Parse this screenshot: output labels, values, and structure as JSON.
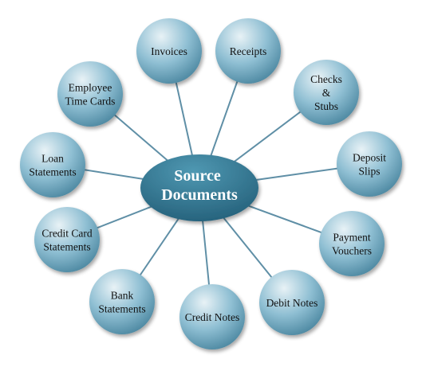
{
  "diagram": {
    "center": {
      "lines": [
        "Source",
        "Documents"
      ]
    },
    "nodes": [
      {
        "id": "invoices",
        "lines": [
          "Invoices"
        ]
      },
      {
        "id": "receipts",
        "lines": [
          "Receipts"
        ]
      },
      {
        "id": "checks-stubs",
        "lines": [
          "Checks",
          "&",
          "Stubs"
        ]
      },
      {
        "id": "deposit-slips",
        "lines": [
          "Deposit",
          "Slips"
        ]
      },
      {
        "id": "payment-vouchers",
        "lines": [
          "Payment",
          "Vouchers"
        ]
      },
      {
        "id": "debit-notes",
        "lines": [
          "Debit Notes"
        ]
      },
      {
        "id": "credit-notes",
        "lines": [
          "Credit Notes"
        ]
      },
      {
        "id": "bank-statements",
        "lines": [
          "Bank",
          "Statements"
        ]
      },
      {
        "id": "credit-card-statements",
        "lines": [
          "Credit Card",
          "Statements"
        ]
      },
      {
        "id": "loan-statements",
        "lines": [
          "Loan",
          "Statements"
        ]
      },
      {
        "id": "employee-time-cards",
        "lines": [
          "Employee",
          "Time Cards"
        ]
      }
    ],
    "colors": {
      "node_light": "#e8f2f6",
      "node_mid": "#8fbfd3",
      "node_dark": "#4f8aa3",
      "center_light": "#4f98b2",
      "center_dark": "#24607a",
      "spoke": "#5f8fa6"
    }
  }
}
